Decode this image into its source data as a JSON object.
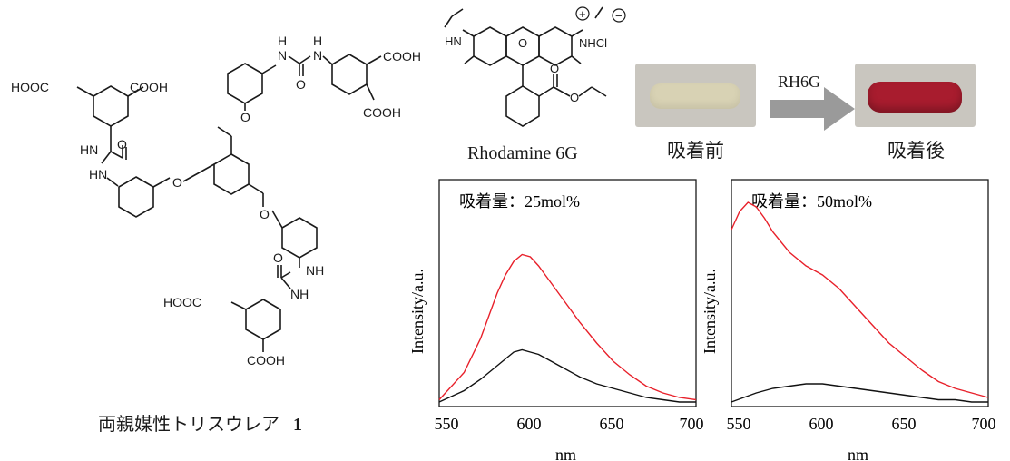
{
  "molecule": {
    "label": "両親媒性トリスウレア",
    "number": "1",
    "groups": {
      "cooh_1": "COOH",
      "cooh_2": "COOH",
      "cooh_3": "COOH",
      "hooc_1": "HOOC",
      "hooc_2": "HOOC",
      "cooh_4": "COOH",
      "h_a": "H",
      "n_a": "N",
      "h_b": "H",
      "n_b": "N",
      "o_urea_top": "O",
      "hn_1": "HN",
      "hn_2": "HN",
      "o_urea_left": "O",
      "o_ether_left": "O",
      "o_ether_top": "O",
      "o_ether_right": "O",
      "nh_1": "NH",
      "nh_2": "NH",
      "o_urea_bottom": "O"
    }
  },
  "rhodamine": {
    "name": "Rhodamine 6G",
    "hn": "HN",
    "nhcl": "NHCl",
    "plus": "+",
    "minus": "−",
    "o_ring": "O",
    "o_carbonyl": "O",
    "o_ester": "O"
  },
  "adsorption": {
    "before_label": "吸着前",
    "after_label": "吸着後",
    "arrow_label": "RH6G",
    "colors": {
      "before": "#d8d2b4",
      "after": "#a81c2e"
    }
  },
  "chart_data": [
    {
      "type": "line",
      "annotation": "吸着量：25mol%",
      "xlabel": "nm",
      "ylabel": "Intensity/a.u.",
      "xlim": [
        545,
        700
      ],
      "xticks": [
        "550",
        "600",
        "650",
        "700"
      ],
      "series": [
        {
          "color": "#e8202a",
          "x": [
            545,
            560,
            570,
            580,
            585,
            590,
            595,
            600,
            605,
            610,
            620,
            630,
            640,
            650,
            660,
            670,
            680,
            690,
            700
          ],
          "y": [
            0.03,
            0.15,
            0.3,
            0.5,
            0.58,
            0.64,
            0.67,
            0.66,
            0.62,
            0.57,
            0.47,
            0.37,
            0.28,
            0.2,
            0.14,
            0.09,
            0.06,
            0.04,
            0.03
          ]
        },
        {
          "color": "#111111",
          "x": [
            545,
            560,
            570,
            580,
            585,
            590,
            595,
            600,
            605,
            610,
            620,
            630,
            640,
            650,
            660,
            670,
            680,
            690,
            700
          ],
          "y": [
            0.02,
            0.07,
            0.12,
            0.18,
            0.21,
            0.24,
            0.25,
            0.24,
            0.23,
            0.21,
            0.17,
            0.13,
            0.1,
            0.08,
            0.06,
            0.04,
            0.03,
            0.02,
            0.02
          ]
        }
      ]
    },
    {
      "type": "line",
      "annotation": "吸着量：50mol%",
      "xlabel": "nm",
      "ylabel": "Intensity/a.u.",
      "xlim": [
        545,
        700
      ],
      "xticks": [
        "550",
        "600",
        "650",
        "700"
      ],
      "series": [
        {
          "color": "#e8202a",
          "x": [
            545,
            550,
            555,
            560,
            565,
            570,
            580,
            590,
            600,
            610,
            620,
            630,
            640,
            650,
            660,
            670,
            680,
            690,
            700
          ],
          "y": [
            0.78,
            0.86,
            0.9,
            0.88,
            0.83,
            0.77,
            0.68,
            0.62,
            0.58,
            0.52,
            0.44,
            0.36,
            0.28,
            0.22,
            0.16,
            0.11,
            0.08,
            0.06,
            0.04
          ]
        },
        {
          "color": "#111111",
          "x": [
            545,
            560,
            570,
            580,
            590,
            600,
            610,
            620,
            630,
            640,
            650,
            660,
            670,
            680,
            690,
            700
          ],
          "y": [
            0.02,
            0.06,
            0.08,
            0.09,
            0.1,
            0.1,
            0.09,
            0.08,
            0.07,
            0.06,
            0.05,
            0.04,
            0.03,
            0.03,
            0.02,
            0.02
          ]
        }
      ]
    }
  ]
}
